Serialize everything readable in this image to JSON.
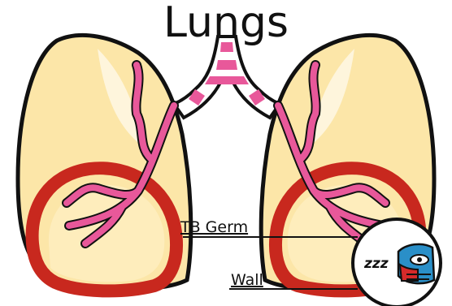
{
  "title": "Lungs",
  "labels": {
    "tb_germ": "TB Germ",
    "wall": "Wall"
  },
  "germ_text": "zzz",
  "colors": {
    "lung_fill": "#fce6a8",
    "lung_outline": "#111111",
    "infection_ring": "#c8281e",
    "bronchi": "#e8589a",
    "trachea_band": "#e8589a",
    "germ_face_blue": "#2a8fc8",
    "germ_face_red": "#d62a2a"
  },
  "icons": [
    "left-lung",
    "right-lung",
    "trachea",
    "bronchi",
    "tb-germ-icon",
    "wall-pointer-line",
    "germ-pointer-line"
  ]
}
